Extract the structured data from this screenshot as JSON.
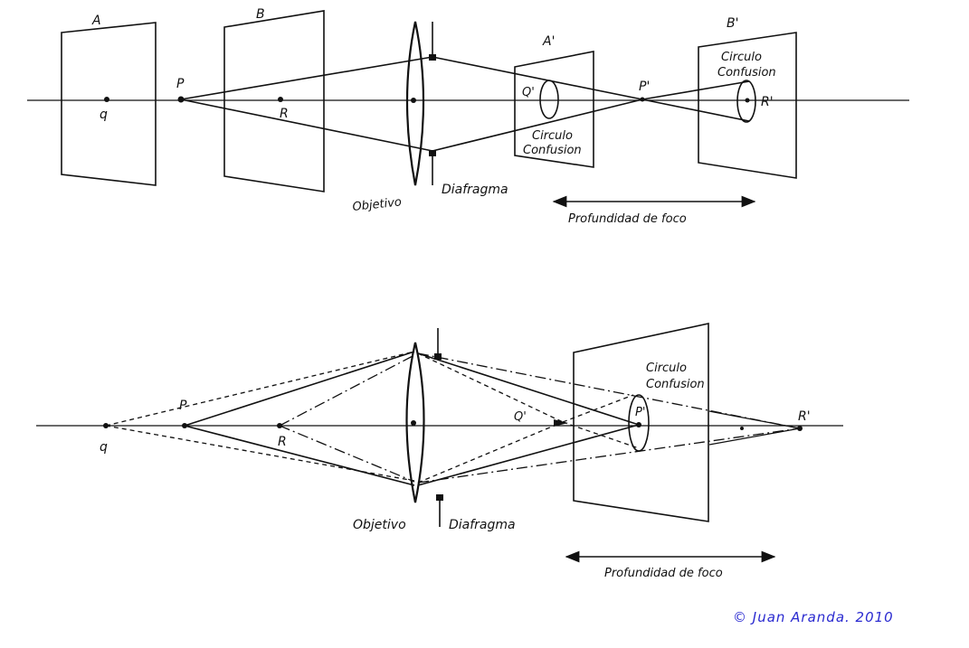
{
  "diagram1": {
    "plane_a": "A",
    "plane_b": "B",
    "point_p": "P",
    "point_q": "q",
    "point_r": "R",
    "plane_a_prime": "A'",
    "plane_b_prime": "B'",
    "point_q_prime": "Q'",
    "point_p_prime": "P'",
    "point_r_prime": "R'",
    "circle_a_line1": "Circulo",
    "circle_a_line2": "Confusion",
    "circle_b_line1": "Circulo",
    "circle_b_line2": "Confusion",
    "lens_label": "Objetivo",
    "diaphragm_label": "Diafragma",
    "depth_label": "Profundidad de foco"
  },
  "diagram2": {
    "point_q": "q",
    "point_p": "P",
    "point_r": "R",
    "point_q_prime": "Q'",
    "point_p_prime": "P'",
    "point_r_prime": "R'",
    "circle_line1": "Circulo",
    "circle_line2": "Confusion",
    "lens_label": "Objetivo",
    "diaphragm_label": "Diafragma",
    "depth_label": "Profundidad de foco"
  },
  "copyright": "© Juan Aranda. 2010"
}
